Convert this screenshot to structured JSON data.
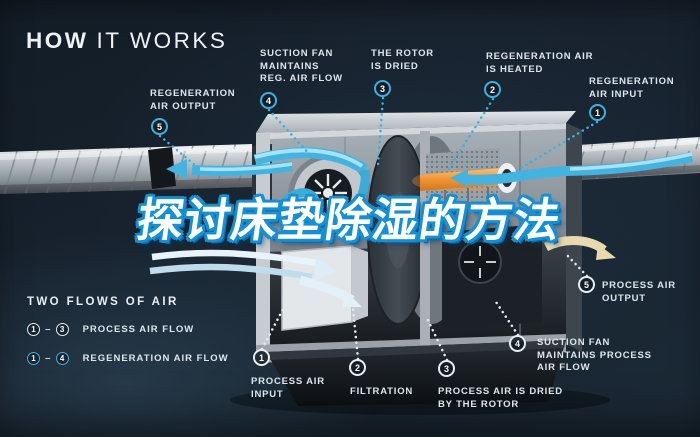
{
  "title": {
    "word_bold": "HOW",
    "word_light": "IT WORKS"
  },
  "overlay": {
    "text": "探讨床垫除湿的方法"
  },
  "legend": {
    "heading": "TWO FLOWS OF AIR",
    "rows": [
      {
        "start": "1",
        "dash": "–",
        "end": "3",
        "label": "PROCESS AIR FLOW"
      },
      {
        "start": "1",
        "dash": "–",
        "end": "4",
        "label": "REGENERATION AIR FLOW"
      }
    ]
  },
  "callouts": {
    "regeneration": [
      {
        "num": "1",
        "label": "REGENERATION\nAIR INPUT"
      },
      {
        "num": "2",
        "label": "REGENERATION AIR\nIS HEATED"
      },
      {
        "num": "3",
        "label": "THE ROTOR\nIS DRIED"
      },
      {
        "num": "4",
        "label": "SUCTION FAN\nMAINTAINS\nREG. AIR FLOW"
      },
      {
        "num": "5",
        "label": "REGENERATION\nAIR OUTPUT"
      }
    ],
    "process": [
      {
        "num": "1",
        "label": "PROCESS AIR\nINPUT"
      },
      {
        "num": "2",
        "label": "FILTRATION"
      },
      {
        "num": "3",
        "label": "PROCESS AIR IS DRIED\nBY THE ROTOR"
      },
      {
        "num": "4",
        "label": "SUCTION FAN\nMAINTAINS PROCESS\nAIR FLOW"
      },
      {
        "num": "5",
        "label": "PROCESS AIR\nOUTPUT"
      }
    ]
  },
  "colors": {
    "accent_cyan": "#3fb0de",
    "heater_orange": "#ef9434",
    "background": "#17222e",
    "overlay_outline": "#1590d5",
    "process_badge": "#e8edf0"
  }
}
